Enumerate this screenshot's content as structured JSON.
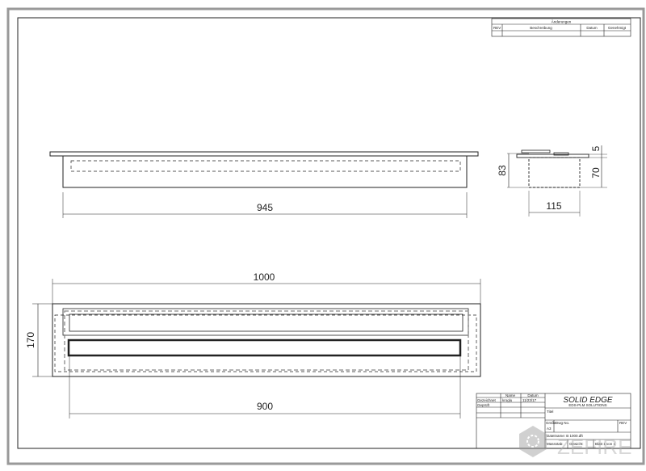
{
  "revisions": {
    "title": "Änderungen",
    "headers": [
      "REV",
      "Beschreibung",
      "Datum",
      "Genehmigt"
    ]
  },
  "dimensions": {
    "front_length": "945",
    "side_height": "83",
    "side_width": "115",
    "side_top": "5",
    "side_body": "70",
    "top_length": "1000",
    "top_width": "170",
    "slot_length": "900"
  },
  "title_block": {
    "col_name": "Name",
    "col_date": "Datum",
    "drawn_label": "Gezeichnet",
    "drawn_name": "kroglu",
    "drawn_date": "11/23/17",
    "checked_label": "Geprüft",
    "brand": "SOLID EDGE",
    "brand_sub": "EDS-PLM SOLUTIONS",
    "title_label": "Titel",
    "size_label": "Größe",
    "size_value": "A3",
    "dwg_label": "Dwg No.",
    "rev_label": "REV",
    "file_label": "Dateiname: B 1000.dft",
    "scale_label": "Massstab:",
    "weight_label": "Gewicht:",
    "sheet_label": "Blatt 1 von 1"
  },
  "watermark": "ZEFIRE"
}
